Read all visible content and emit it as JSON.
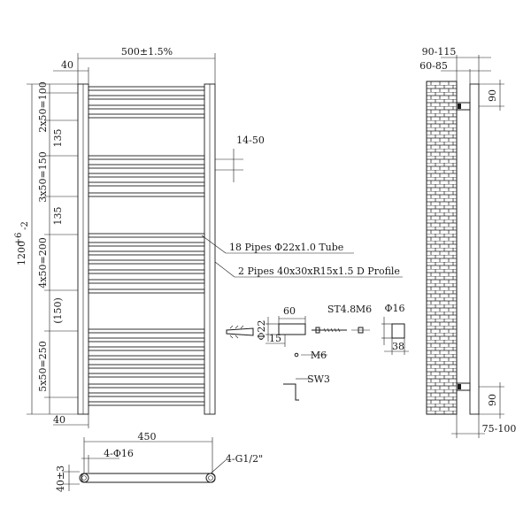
{
  "dimensions": {
    "top_width": "500±1.5%",
    "top_left_40": "40",
    "height_total": "1200",
    "height_tolerance": "+6",
    "height_tolerance2": "-2",
    "seg_2x50": "2x50=100",
    "seg_135_a": "135",
    "seg_3x50": "3x50=150",
    "seg_135_b": "135",
    "seg_4x50": "4x50=200",
    "seg_150": "(150)",
    "seg_5x50": "5x50=250",
    "bottom_40": "40",
    "gap_14_50": "14-50",
    "bottom_width": "450",
    "holes": "4-Φ16",
    "thread": "4-G1/2\"",
    "depth": "40±3",
    "side_top_a": "90-115",
    "side_top_b": "60-85",
    "side_90_top": "90",
    "side_90_bottom": "90",
    "side_bottom": "75-100"
  },
  "callouts": {
    "pipes": "18 Pipes Φ22x1.0 Tube",
    "profile": "2 Pipes 40x30xR15x1.5 D Profile"
  },
  "fixings": {
    "phi22": "Φ22",
    "w60": "60",
    "w15": "15",
    "m6_a": "M6",
    "st48": "ST4.8",
    "m6_b": "M6",
    "phi16": "Φ16",
    "w38": "38",
    "sw3": "SW3"
  }
}
